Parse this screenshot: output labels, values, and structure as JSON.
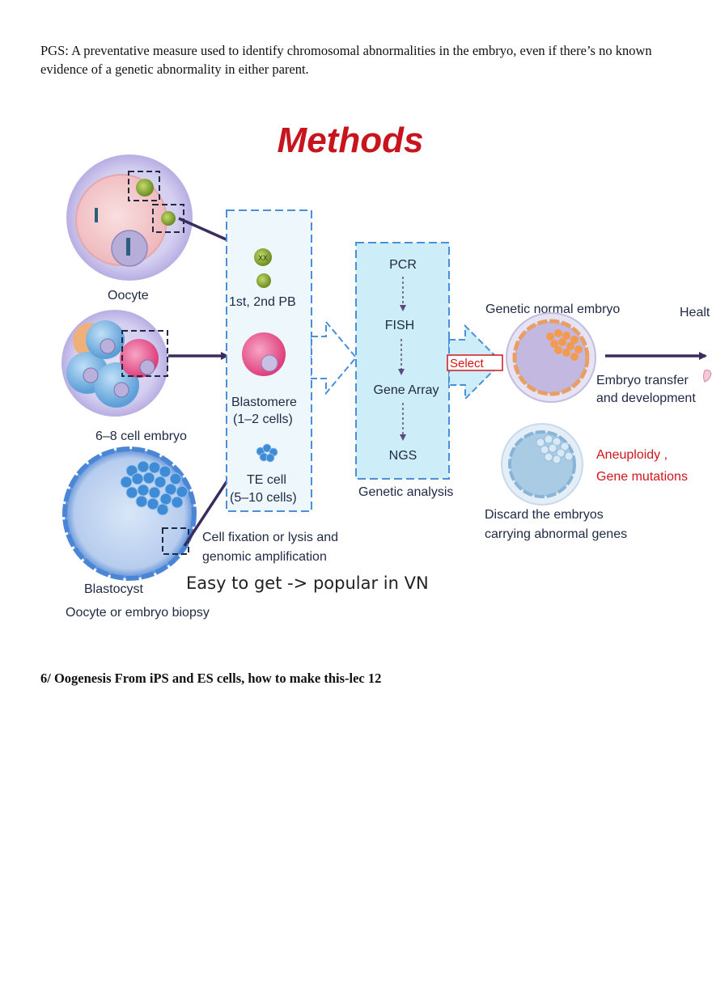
{
  "intro_paragraph": "PGS: A preventative measure used to identify chromosomal abnormalities in the embryo, even if there’s no known evidence of a genetic abnormality in either parent.",
  "section_heading": "6/ Oogenesis From iPS and ES cells, how to make this-lec 12",
  "figure": {
    "title": "Methods",
    "oocyte_label": "Oocyte",
    "embryo_label": "6–8 cell embryo",
    "blastocyst_label": "Blastocyst",
    "biopsy_label": "Oocyte or embryo biopsy",
    "pb_label": "1st, 2nd PB",
    "xx_mark": "XX",
    "blastomere_label_1": "Blastomere",
    "blastomere_label_2": "(1–2 cells)",
    "te_label_1": "TE cell",
    "te_label_2": "(5–10 cells)",
    "fixation_label_1": "Cell fixation or lysis and",
    "fixation_label_2": "genomic amplification",
    "annotation": "Easy to get -> popular in VN",
    "analysis_steps": [
      "PCR",
      "FISH",
      "Gene Array",
      "NGS"
    ],
    "analysis_label": "Genetic analysis",
    "select_label": "Select",
    "normal_embryo_label": "Genetic normal embryo",
    "healthy_label": "Healt",
    "transfer_label_1": "Embryo transfer",
    "transfer_label_2": "and development",
    "abnormal_label_1": "Aneuploidy ,",
    "abnormal_label_2": "Gene mutations",
    "discard_label_1": "Discard the embryos",
    "discard_label_2": "carrying abnormal genes",
    "colors": {
      "title_red": "#c8141c",
      "analysis_box_fill": "#cdeef9",
      "dashed_blue": "#4a90d9",
      "arrow_navy": "#3a2c5e"
    }
  }
}
